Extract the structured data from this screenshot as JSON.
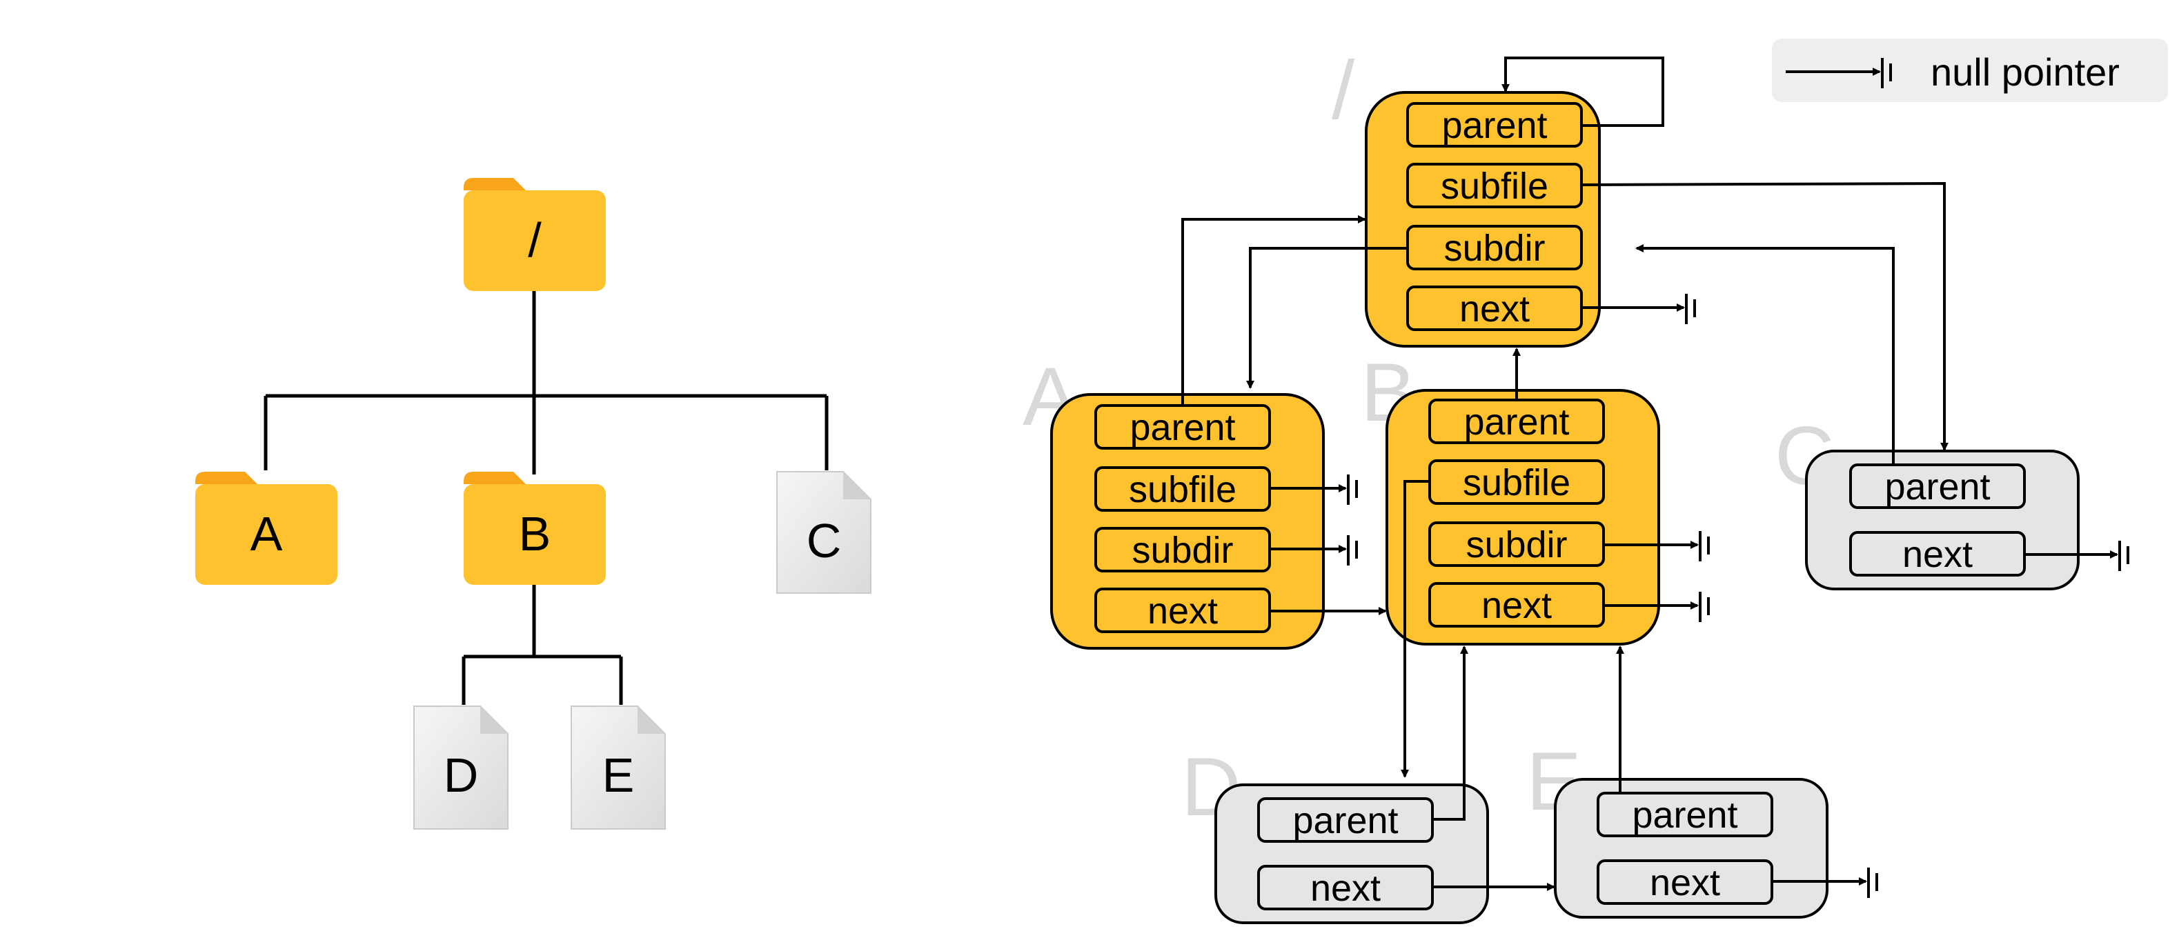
{
  "legend": {
    "label": "null pointer"
  },
  "tree": {
    "root": "/",
    "folder_a": "A",
    "folder_b": "B",
    "file_c": "C",
    "file_d": "D",
    "file_e": "E"
  },
  "nodes": {
    "root": {
      "name": "/",
      "fields": [
        "parent",
        "subfile",
        "subdir",
        "next"
      ]
    },
    "a": {
      "name": "A",
      "fields": [
        "parent",
        "subfile",
        "subdir",
        "next"
      ]
    },
    "b": {
      "name": "B",
      "fields": [
        "parent",
        "subfile",
        "subdir",
        "next"
      ]
    },
    "c": {
      "name": "C",
      "fields": [
        "parent",
        "next"
      ]
    },
    "d": {
      "name": "D",
      "fields": [
        "parent",
        "next"
      ]
    },
    "e": {
      "name": "E",
      "fields": [
        "parent",
        "next"
      ]
    }
  },
  "colors": {
    "folder": "#FDC22D",
    "folder_tab": "#F9A51A",
    "file": "#E8E9EA",
    "node_dir": "#FDC22D",
    "node_file": "#E3E5E6",
    "ghost_label": "#D9D9D9",
    "legend_bg": "#EEEEEE"
  }
}
